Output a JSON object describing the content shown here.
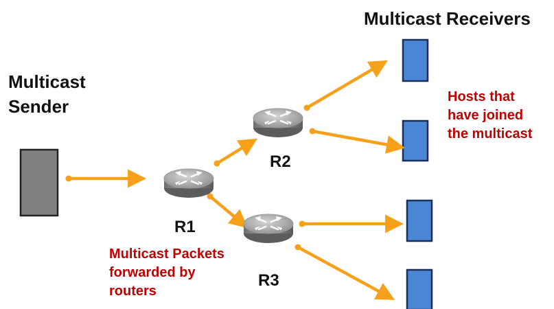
{
  "sender": {
    "title_line1": "Multicast",
    "title_line2": "Sender"
  },
  "receivers": {
    "title": "Multicast Receivers"
  },
  "routers": {
    "r1": "R1",
    "r2": "R2",
    "r3": "R3"
  },
  "hosts_note": {
    "line1": "Hosts that",
    "line2": "have joined",
    "line3": "the multicast"
  },
  "packets_note": {
    "line1": "Multicast Packets",
    "line2": "forwarded by",
    "line3": "routers"
  },
  "colors": {
    "arrow": "#F7A11B",
    "annotation": "#C00000",
    "sender_box": "#7F7F7F",
    "receiver_box": "#4A86D4",
    "router_body": "#8C8C8C"
  }
}
